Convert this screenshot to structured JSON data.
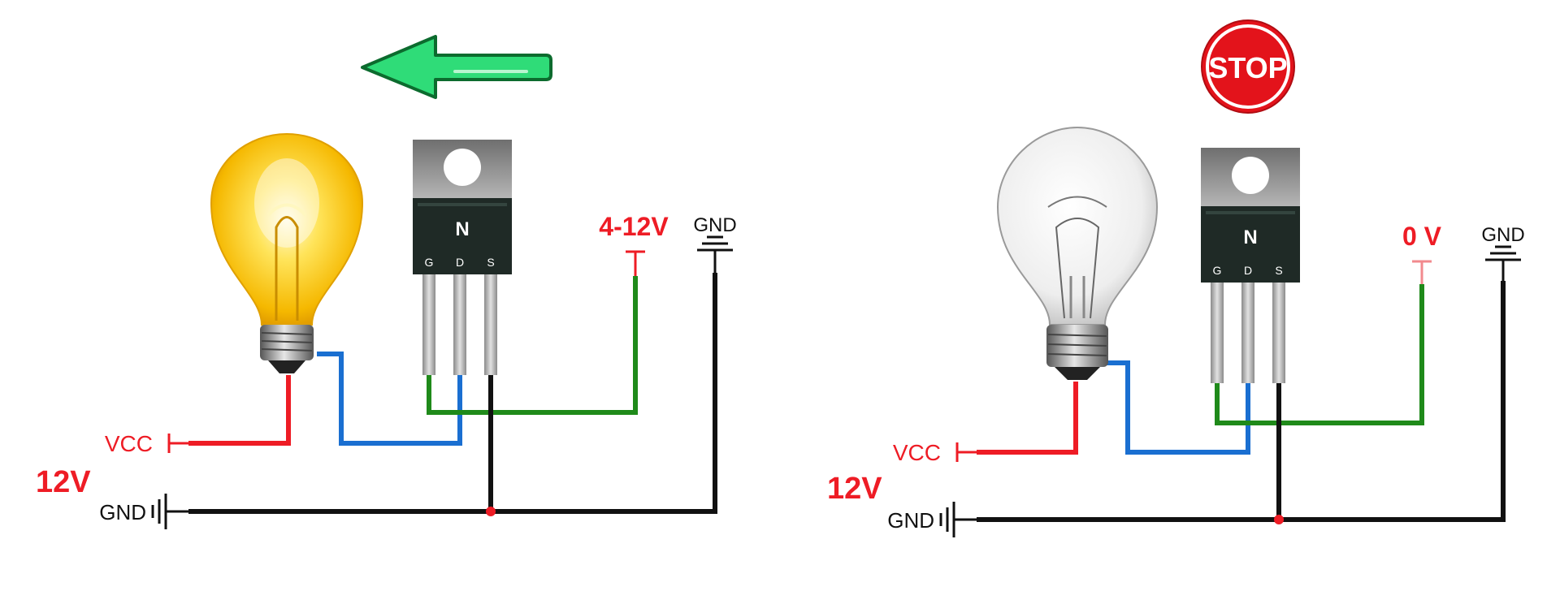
{
  "colors": {
    "red": "#ee1c25",
    "blue": "#1a6fd1",
    "green": "#1f8a1a",
    "black": "#111111",
    "arrow_green": "#2fdc78",
    "stop_red": "#e3131b",
    "mosfet_body": "#1f2a26",
    "mosfet_tab": "#8e8e8e"
  },
  "left": {
    "indicator_icon": "left-arrow-icon",
    "bulb_state": "on",
    "gate_voltage_label": "4-12V",
    "gnd_top_label": "GND",
    "vcc_label": "VCC",
    "supply_label": "12V",
    "gnd_bottom_label": "GND",
    "mosfet": {
      "type_label": "N",
      "pin_g": "G",
      "pin_d": "D",
      "pin_s": "S"
    }
  },
  "right": {
    "indicator_icon": "stop-sign-icon",
    "stop_text": "STOP",
    "bulb_state": "off",
    "gate_voltage_label": "0 V",
    "gnd_top_label": "GND",
    "vcc_label": "VCC",
    "supply_label": "12V",
    "gnd_bottom_label": "GND",
    "mosfet": {
      "type_label": "N",
      "pin_g": "G",
      "pin_d": "D",
      "pin_s": "S"
    }
  }
}
